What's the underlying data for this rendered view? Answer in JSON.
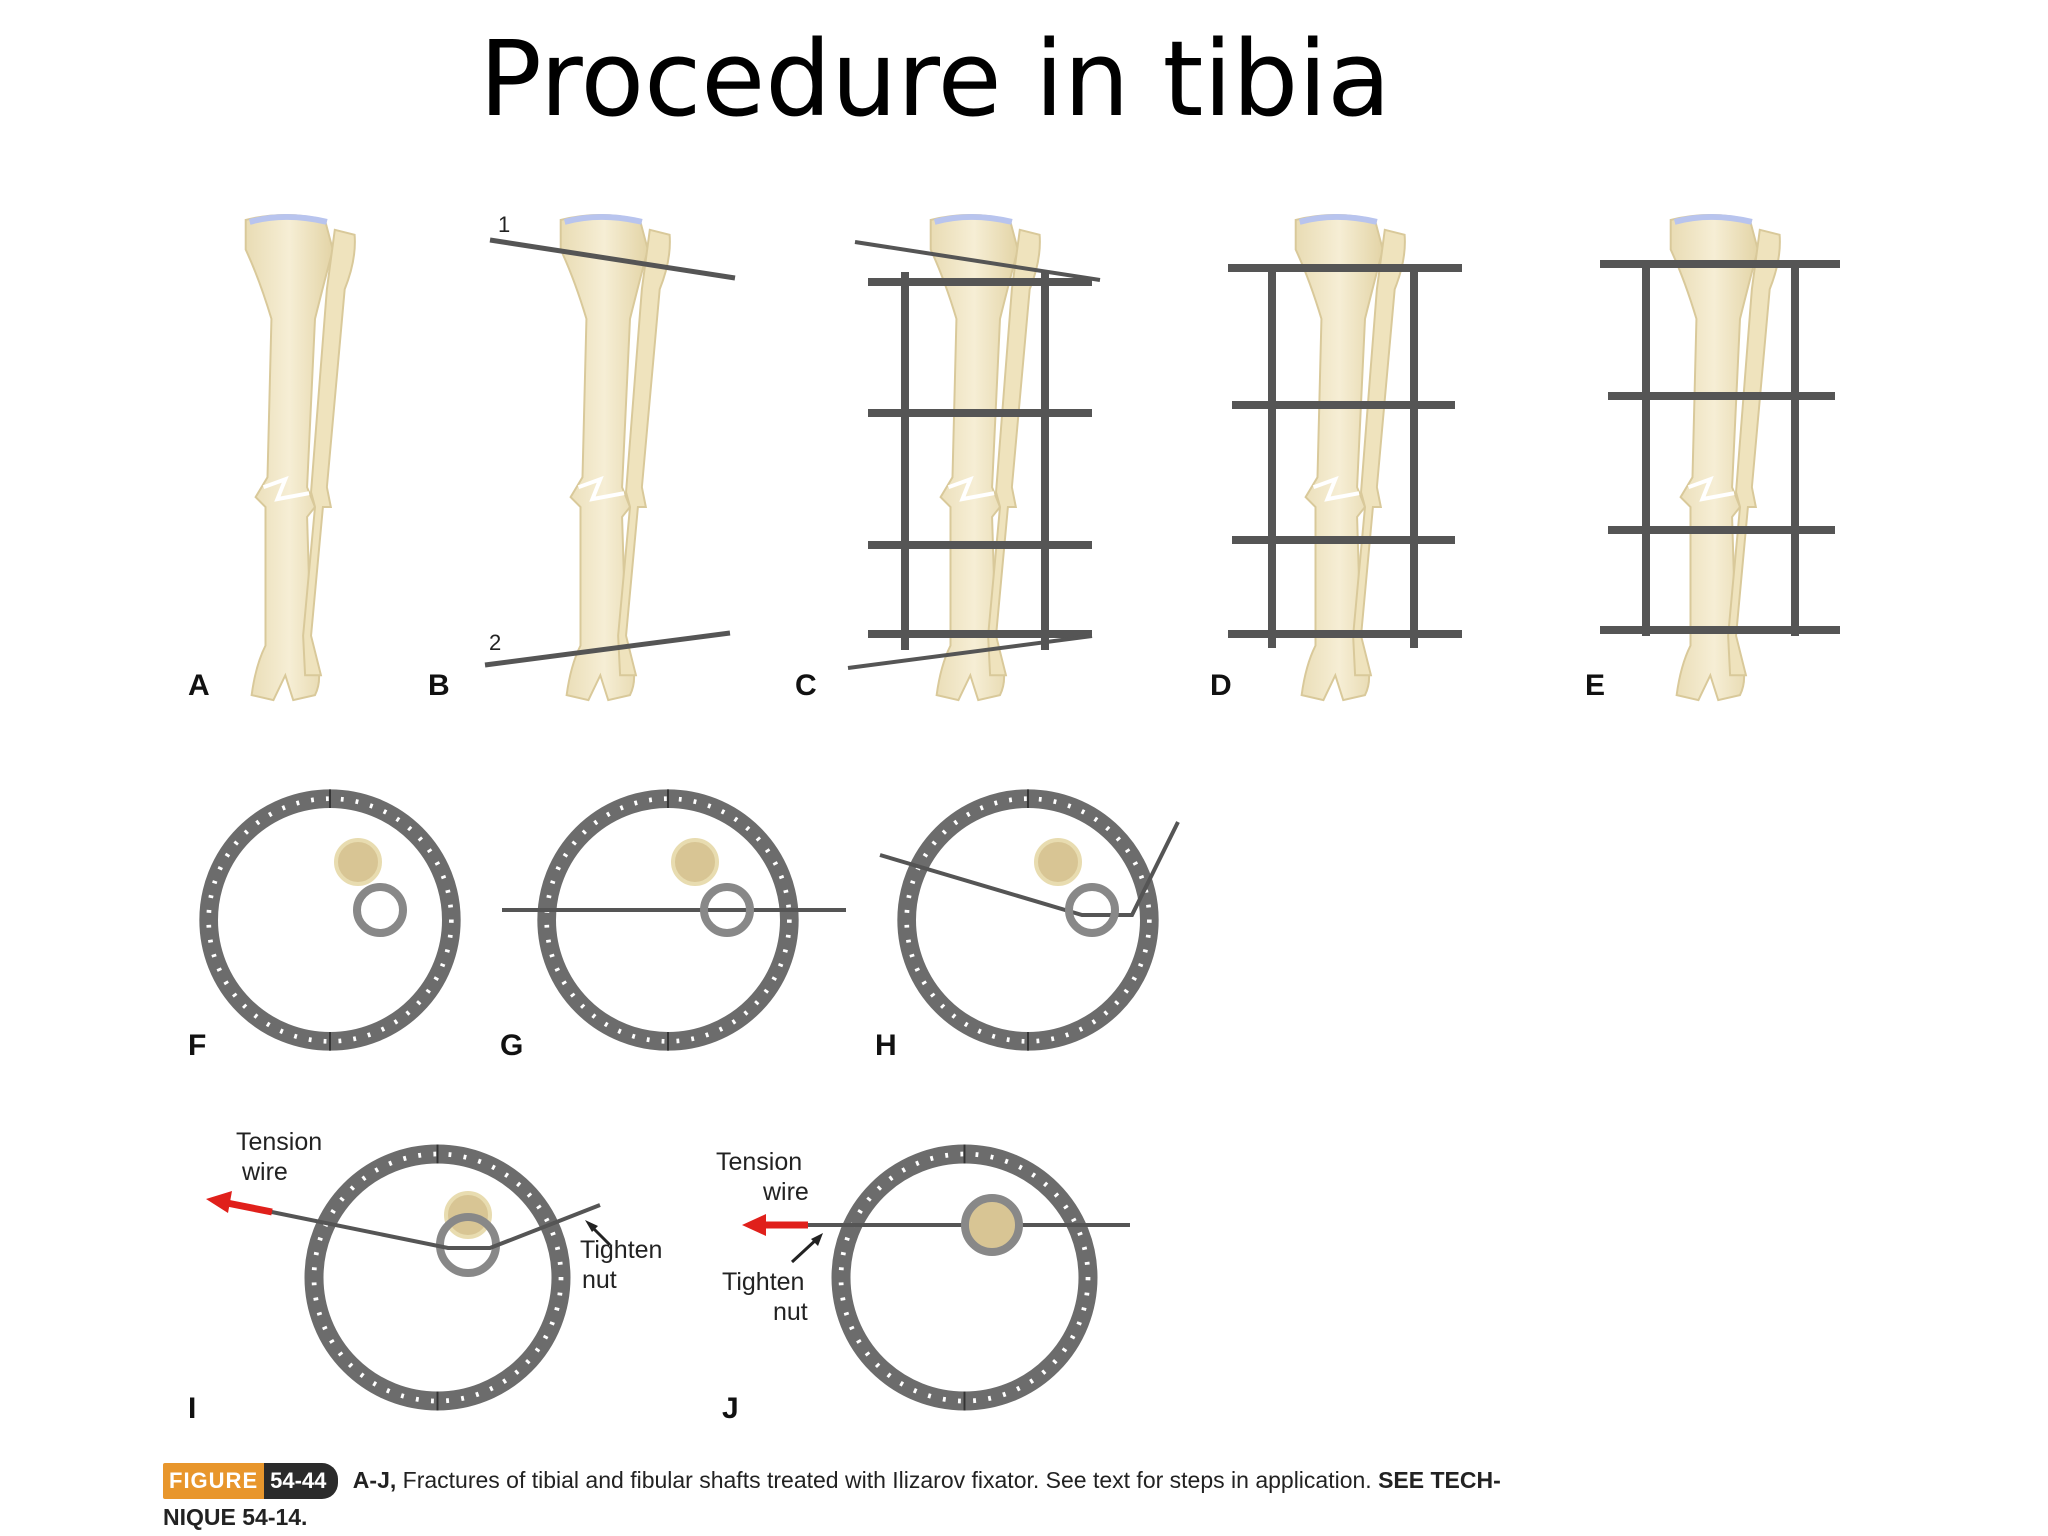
{
  "slide": {
    "title": "Procedure in tibia"
  },
  "figure": {
    "panels": [
      {
        "letter": "A"
      },
      {
        "letter": "B"
      },
      {
        "letter": "C"
      },
      {
        "letter": "D"
      },
      {
        "letter": "E"
      },
      {
        "letter": "F"
      },
      {
        "letter": "G"
      },
      {
        "letter": "H"
      },
      {
        "letter": "I"
      },
      {
        "letter": "J"
      }
    ],
    "wire_labels": [
      "1",
      "2"
    ],
    "annotations": {
      "tension_wire_i_line1": "Tension",
      "tension_wire_i_line2": "wire",
      "tighten_nut_i_line1": "Tighten",
      "tighten_nut_i_line2": "nut",
      "tension_wire_j_line1": "Tension",
      "tension_wire_j_line2": "wire",
      "tighten_nut_j_line1": "Tighten",
      "tighten_nut_j_line2": "nut"
    },
    "colors": {
      "bone": "#f1e6c4",
      "bone_outline": "#d9c99a",
      "cartilage": "#b8c4ee",
      "frame": "#555555",
      "ring": "#6c6c6c",
      "arrow": "#e0201b",
      "fig_tag": "#e8962c"
    },
    "icons": [
      "bone-illustration",
      "ring-fixator-icon",
      "red-arrow-icon"
    ]
  },
  "caption": {
    "tag": "FIGURE",
    "number": "54-44",
    "range": "A-J,",
    "text": "Fractures of tibial and fibular shafts treated with Ilizarov fixator. See text for steps in application.",
    "see": "SEE TECH-",
    "technique": "NIQUE 54-14."
  }
}
